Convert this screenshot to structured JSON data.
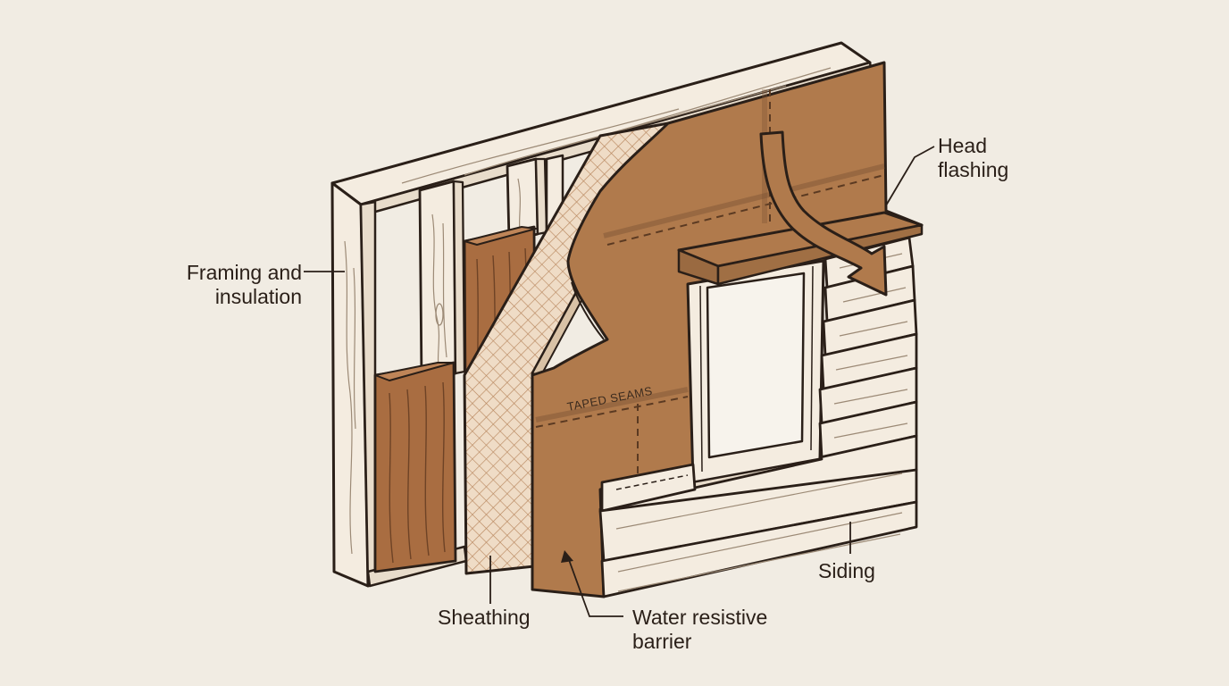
{
  "labels": {
    "framing": [
      "Framing and",
      "insulation"
    ],
    "head_flashing": [
      "Head",
      "flashing"
    ],
    "sheathing": "Sheathing",
    "wrb": [
      "Water resistive",
      "barrier"
    ],
    "siding": "Siding"
  },
  "annotation": {
    "taped_seams": "TAPED SEAMS"
  },
  "colors": {
    "background": "#f1ece3",
    "ink": "#2a1f18",
    "wood": "#f4ece0",
    "insulation": "#a96d41",
    "barrier": "#b07a4c",
    "sheathing": "#efdcc6"
  }
}
